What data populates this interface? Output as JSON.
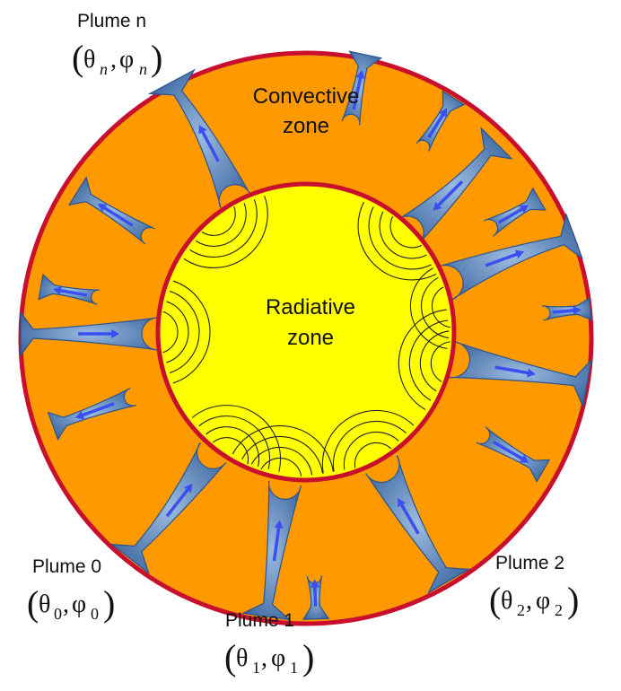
{
  "zones": {
    "convective": [
      "Convective",
      "zone"
    ],
    "radiative": [
      "Radiative",
      "zone"
    ]
  },
  "plumes": [
    {
      "title": "Plume n",
      "theta": "θ",
      "phi": "φ",
      "sub": "n",
      "italic_sub": true
    },
    {
      "title": "Plume 0",
      "theta": "θ",
      "phi": "φ",
      "sub": "0",
      "italic_sub": false
    },
    {
      "title": "Plume 1",
      "theta": "θ",
      "phi": "φ",
      "sub": "1",
      "italic_sub": false
    },
    {
      "title": "Plume 2",
      "theta": "θ",
      "phi": "φ",
      "sub": "2",
      "italic_sub": false
    }
  ],
  "colors": {
    "convective": "#ff9900",
    "radiative": "#ffff00",
    "boundary": "#c8102e",
    "plume_light": "#8fb0d6",
    "plume_dark": "#2a5490",
    "arrow": "#3a4ff0"
  }
}
